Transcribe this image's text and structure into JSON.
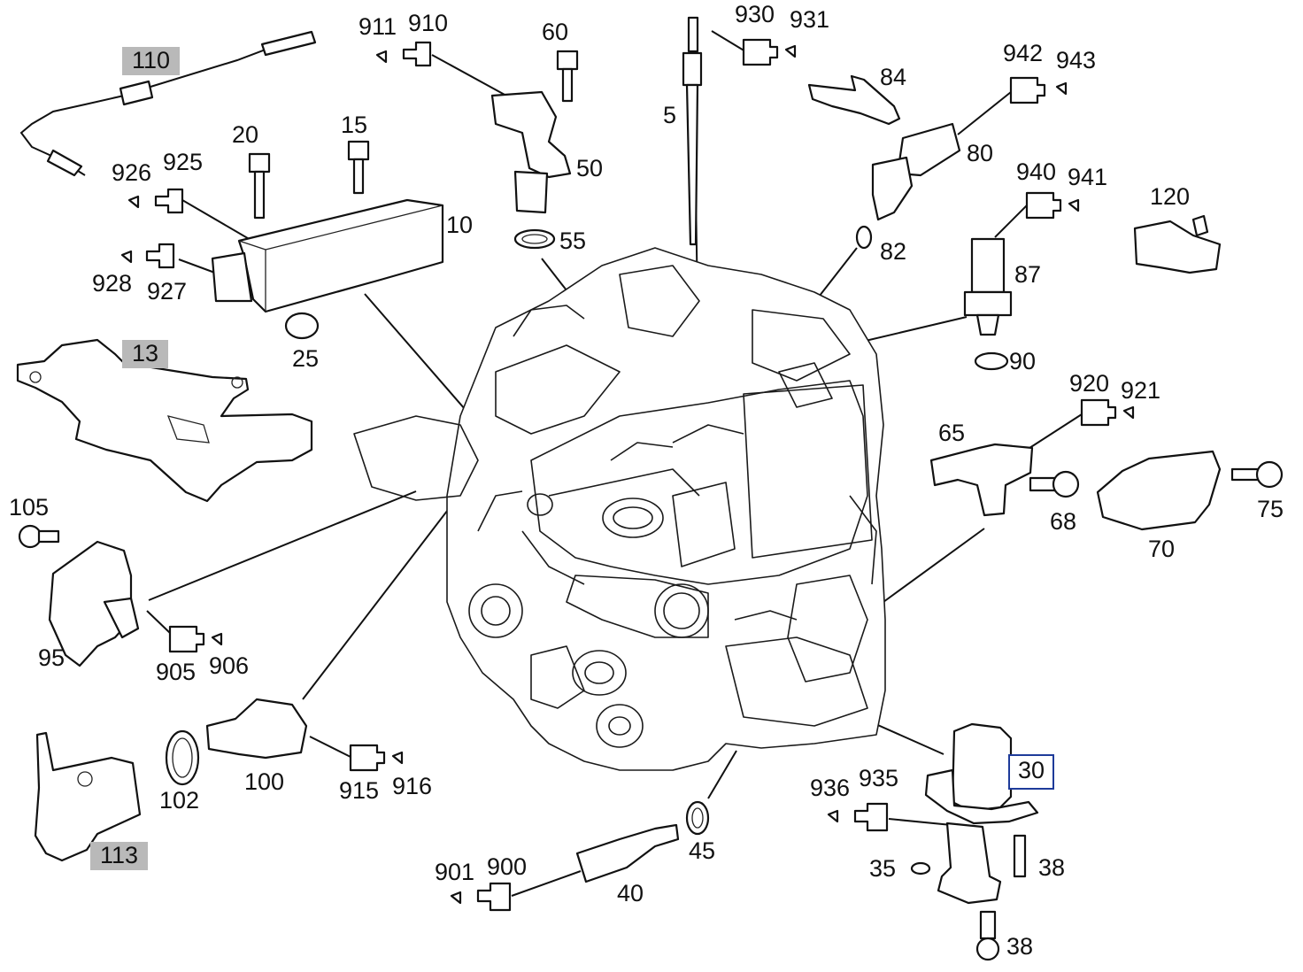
{
  "diagram": {
    "callouts": [
      {
        "id": "110",
        "text": "110",
        "style": "grey"
      },
      {
        "id": "13",
        "text": "13",
        "style": "grey"
      },
      {
        "id": "113",
        "text": "113",
        "style": "grey"
      },
      {
        "id": "30",
        "text": "30",
        "style": "boxed"
      },
      {
        "id": "911",
        "text": "911"
      },
      {
        "id": "910",
        "text": "910"
      },
      {
        "id": "60",
        "text": "60"
      },
      {
        "id": "930",
        "text": "930"
      },
      {
        "id": "931",
        "text": "931"
      },
      {
        "id": "5",
        "text": "5"
      },
      {
        "id": "84",
        "text": "84"
      },
      {
        "id": "942",
        "text": "942"
      },
      {
        "id": "943",
        "text": "943"
      },
      {
        "id": "20",
        "text": "20"
      },
      {
        "id": "15",
        "text": "15"
      },
      {
        "id": "926",
        "text": "926"
      },
      {
        "id": "925",
        "text": "925"
      },
      {
        "id": "50",
        "text": "50"
      },
      {
        "id": "80",
        "text": "80"
      },
      {
        "id": "940",
        "text": "940"
      },
      {
        "id": "941",
        "text": "941"
      },
      {
        "id": "120",
        "text": "120"
      },
      {
        "id": "10",
        "text": "10"
      },
      {
        "id": "55",
        "text": "55"
      },
      {
        "id": "82",
        "text": "82"
      },
      {
        "id": "928",
        "text": "928"
      },
      {
        "id": "927",
        "text": "927"
      },
      {
        "id": "87",
        "text": "87"
      },
      {
        "id": "25",
        "text": "25"
      },
      {
        "id": "90",
        "text": "90"
      },
      {
        "id": "920",
        "text": "920"
      },
      {
        "id": "921",
        "text": "921"
      },
      {
        "id": "65",
        "text": "65"
      },
      {
        "id": "68",
        "text": "68"
      },
      {
        "id": "75",
        "text": "75"
      },
      {
        "id": "105",
        "text": "105"
      },
      {
        "id": "70",
        "text": "70"
      },
      {
        "id": "95",
        "text": "95"
      },
      {
        "id": "905",
        "text": "905"
      },
      {
        "id": "906",
        "text": "906"
      },
      {
        "id": "102",
        "text": "102"
      },
      {
        "id": "100",
        "text": "100"
      },
      {
        "id": "915",
        "text": "915"
      },
      {
        "id": "916",
        "text": "916"
      },
      {
        "id": "936",
        "text": "936"
      },
      {
        "id": "935",
        "text": "935"
      },
      {
        "id": "35",
        "text": "35"
      },
      {
        "id": "38a",
        "text": "38"
      },
      {
        "id": "45",
        "text": "45"
      },
      {
        "id": "901",
        "text": "901"
      },
      {
        "id": "900",
        "text": "900"
      },
      {
        "id": "40",
        "text": "40"
      },
      {
        "id": "38b",
        "text": "38"
      }
    ]
  }
}
